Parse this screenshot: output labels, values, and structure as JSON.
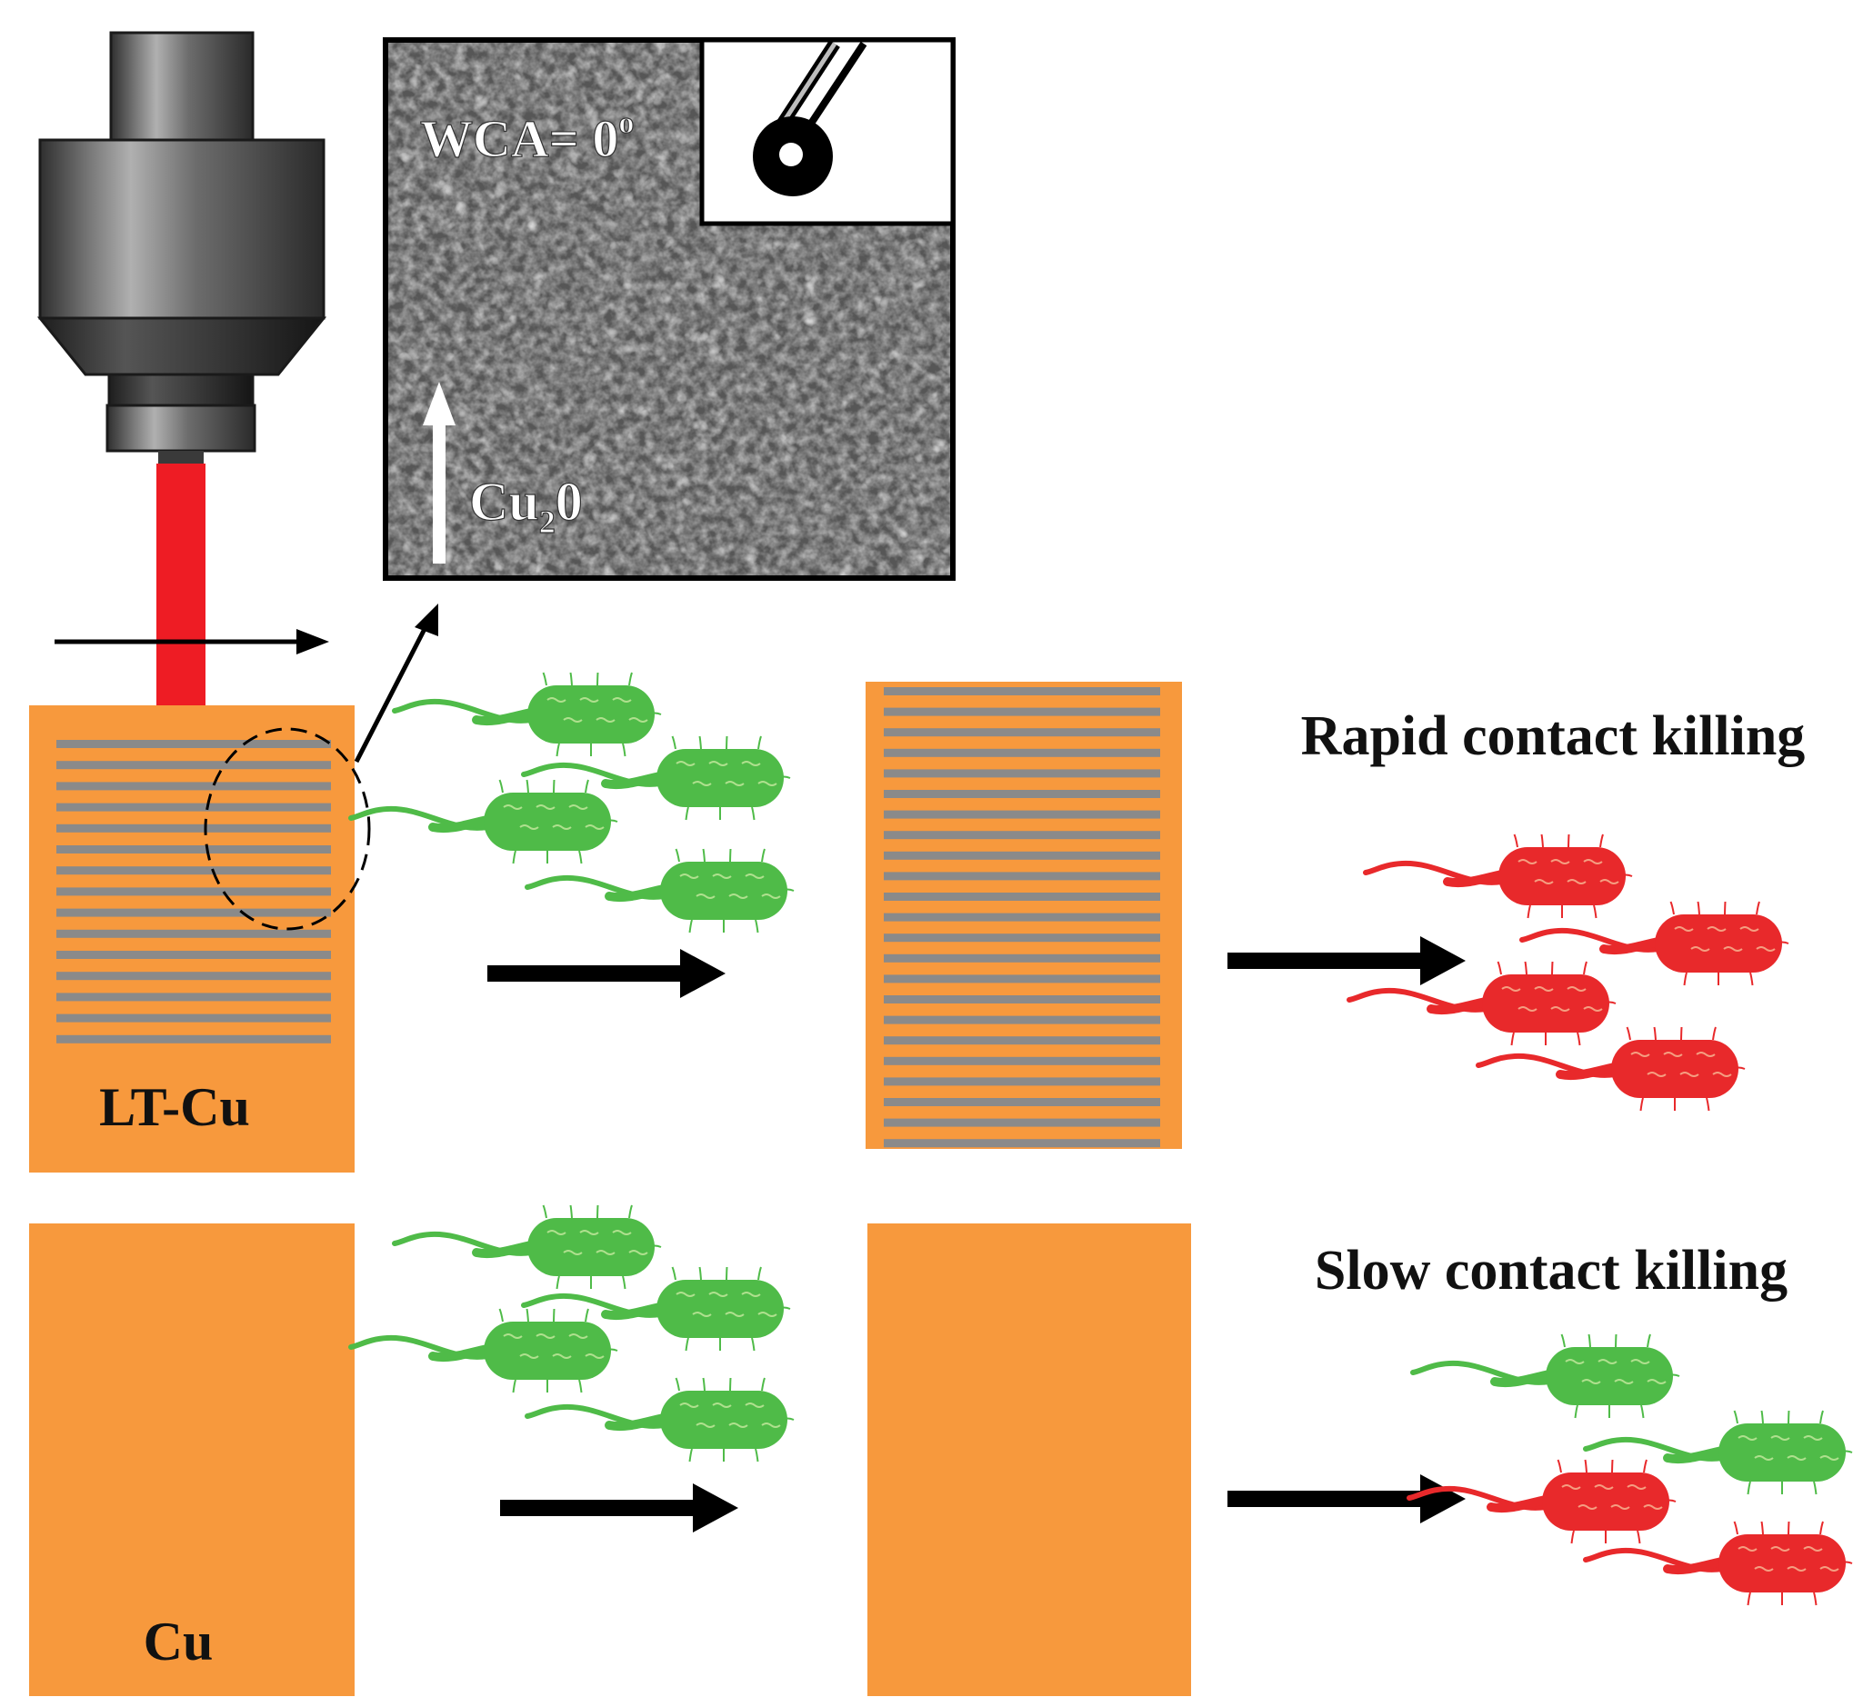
{
  "inset": {
    "wca_label": "WCA= 0",
    "wca_degree_symbol": "o",
    "oxide_label_main": "Cu",
    "oxide_label_sub": "2",
    "oxide_label_tail": "0"
  },
  "samples": {
    "laser_textured_label": "LT-Cu",
    "plain_label": "Cu"
  },
  "outcomes": {
    "rapid_label": "Rapid contact killing",
    "slow_label": "Slow contact killing"
  },
  "colors": {
    "copper": "#f7993d",
    "groove": "#8a8a8a",
    "live_bacteria": "#4fbb48",
    "dead_bacteria": "#e8292b",
    "laser_beam": "#ee1c24",
    "laser_body": "#4e4e4e",
    "arrow": "#000000",
    "sem_background": "#575757"
  },
  "bacteria_groups": {
    "top_before": {
      "state": "live",
      "count": 4
    },
    "bottom_before": {
      "state": "live",
      "count": 4
    },
    "top_after": {
      "state": "dead",
      "count": 4
    },
    "bottom_after": {
      "live": 2,
      "dead": 2
    }
  }
}
